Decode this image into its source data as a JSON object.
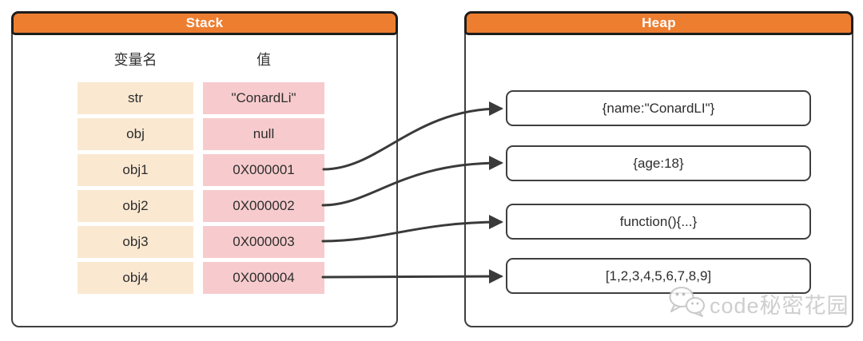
{
  "stack_panel": {
    "title": "Stack",
    "columns": [
      "变量名",
      "值"
    ],
    "rows": [
      {
        "name": "str",
        "value": "\"ConardLi\""
      },
      {
        "name": "obj",
        "value": "null"
      },
      {
        "name": "obj1",
        "value": "0X000001"
      },
      {
        "name": "obj2",
        "value": "0X000002"
      },
      {
        "name": "obj3",
        "value": "0X000003"
      },
      {
        "name": "obj4",
        "value": "0X000004"
      }
    ]
  },
  "heap_panel": {
    "title": "Heap",
    "objects": [
      {
        "label": "{name:\"ConardLI\"}"
      },
      {
        "label": "{age:18}"
      },
      {
        "label": "function(){...}"
      },
      {
        "label": "[1,2,3,4,5,6,7,8,9]"
      }
    ]
  },
  "arrows": [
    {
      "from_row": "obj1",
      "from_value": "0X000001",
      "to_object": "{name:\"ConardLI\"}"
    },
    {
      "from_row": "obj2",
      "from_value": "0X000002",
      "to_object": "{age:18}"
    },
    {
      "from_row": "obj3",
      "from_value": "0X000003",
      "to_object": "function(){...}"
    },
    {
      "from_row": "obj4",
      "from_value": "0X000004",
      "to_object": "[1,2,3,4,5,6,7,8,9]"
    }
  ],
  "watermark": {
    "icon": "wechat-icon",
    "text": "code秘密花园"
  },
  "colors": {
    "header_bg": "#ED7E30",
    "header_border": "#1d1d1d",
    "panel_border": "#3f3f3f",
    "name_cell_bg": "#FAE8D1",
    "value_cell_bg": "#F7CBCD",
    "arrow": "#3a3a3a",
    "watermark_gray": "#c9c9c9"
  }
}
